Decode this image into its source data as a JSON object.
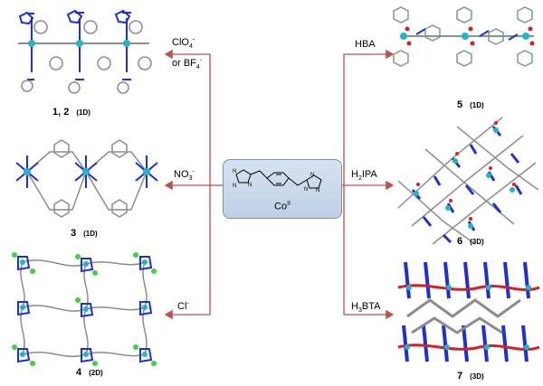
{
  "center": {
    "metal": "Co",
    "metal_charge": "II"
  },
  "left_branches": [
    {
      "reagent_line1": "ClO",
      "reagent_sub1": "4",
      "reagent_sup1": "-",
      "reagent_line2": "or BF",
      "reagent_sub2": "4",
      "reagent_sup2": "-",
      "compound": "1, 2",
      "dimension": "(1D)"
    },
    {
      "reagent": "NO",
      "reagent_sub": "3",
      "reagent_sup": "-",
      "compound": "3",
      "dimension": "(1D)"
    },
    {
      "reagent": "Cl",
      "reagent_sup": "-",
      "compound": "4",
      "dimension": "(2D)"
    }
  ],
  "right_branches": [
    {
      "reagent": "HBA",
      "compound": "5",
      "dimension": "(1D)"
    },
    {
      "reagent_pre": "H",
      "reagent_sub": "2",
      "reagent_post": "IPA",
      "compound": "6",
      "dimension": "(3D)"
    },
    {
      "reagent_pre": "H",
      "reagent_sub": "3",
      "reagent_post": "BTA",
      "compound": "7",
      "dimension": "(3D)"
    }
  ],
  "colors": {
    "arrow": "#c0504d",
    "box_border": "#7d93b2",
    "nitrogen": "#1f2fd6",
    "cobalt": "#22b5c8",
    "carbon": "#8c8c8c",
    "oxygen": "#d42020",
    "chlorine": "#3fd13f"
  }
}
